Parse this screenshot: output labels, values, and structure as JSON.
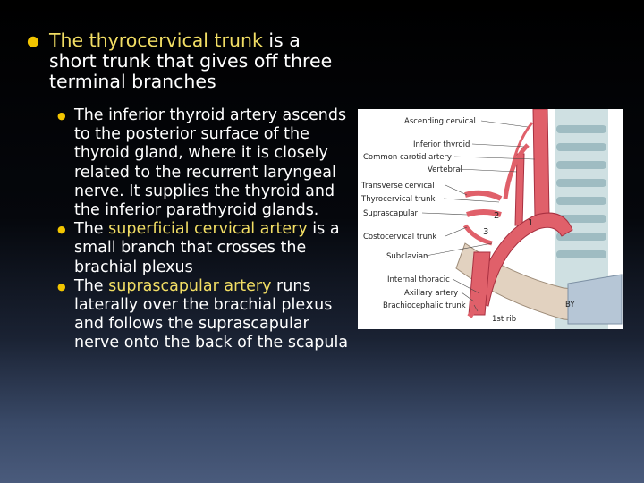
{
  "main_bullet": {
    "highlight": "The thyrocervical trunk",
    "rest": " is a short trunk that gives off three terminal branches"
  },
  "sub_bullets": [
    {
      "highlight": "",
      "pre": "",
      "text": "The inferior thyroid artery ascends to the posterior surface of the thyroid gland, where it is closely related to the recurrent laryngeal nerve. It supplies the thyroid and the inferior parathyroid glands."
    },
    {
      "pre": "The ",
      "highlight": "superficial cervical artery",
      "text": " is a small branch that crosses the brachial plexus"
    },
    {
      "pre": "The ",
      "highlight": "suprascapular artery",
      "text": " runs laterally over the brachial plexus and follows the suprascapular nerve onto the back of the scapula"
    }
  ],
  "figure": {
    "labels": {
      "ascending_cervical": "Ascending cervical",
      "inferior_thyroid": "Inferior thyroid",
      "common_carotid": "Common carotid artery",
      "vertebral": "Vertebral",
      "transverse_cervical": "Transverse cervical",
      "thyrocervical_trunk": "Thyrocervical trunk",
      "suprascapular": "Suprascapular",
      "costocervical_trunk": "Costocervical trunk",
      "subclavian": "Subclavian",
      "internal_thoracic": "Internal thoracic",
      "axillary_artery": "Axillary artery",
      "brachiocephalic_trunk": "Brachiocephalic trunk",
      "first_rib": "1st rib",
      "by": "BY"
    },
    "numbers": [
      "1",
      "2",
      "3"
    ],
    "colors": {
      "artery": "#e0606a",
      "artery_dark": "#c23a48",
      "trachea": "#bcd2d6",
      "rib": "#d8c8b8",
      "bone_blue": "#b6c6d6"
    }
  },
  "colors": {
    "bullet": "#f2c500",
    "highlight": "#f2de64",
    "text": "#ffffff"
  }
}
